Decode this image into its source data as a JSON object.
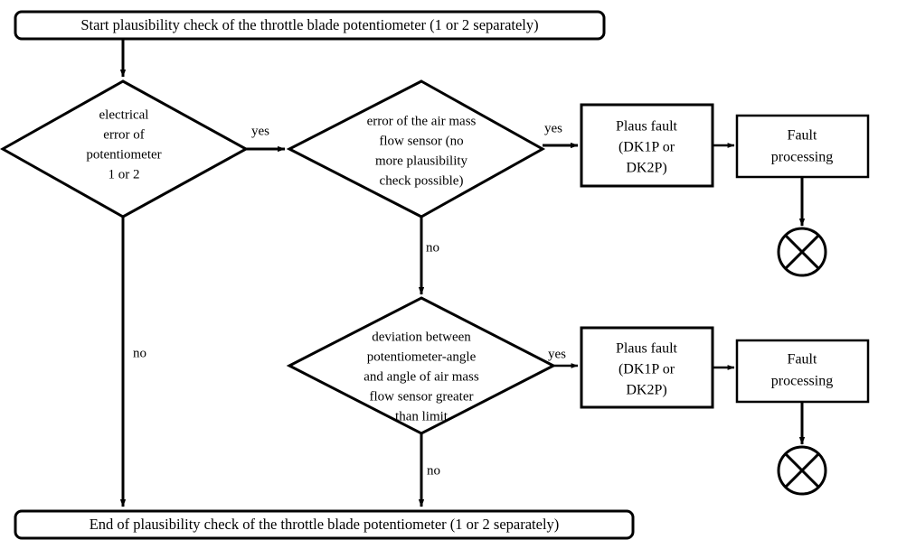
{
  "diagram": {
    "title": "Plausibility check of the throttle blade potentiometer flowchart",
    "type": "flowchart",
    "colors": {
      "stroke": "#000000",
      "fill": "#ffffff",
      "background": "#ffffff"
    },
    "nodes": {
      "start": {
        "shape": "rounded-terminator",
        "text": "Start plausibility check of the throttle blade potentiometer (1 or 2 separately)"
      },
      "decision1": {
        "shape": "diamond",
        "lines": [
          "electrical",
          "error of",
          "potentiometer",
          "1 or 2"
        ]
      },
      "decision2": {
        "shape": "diamond",
        "lines": [
          "error of the air mass",
          "flow sensor (no",
          "more plausibility",
          "check possible)"
        ]
      },
      "decision3": {
        "shape": "diamond",
        "lines": [
          "deviation between",
          "potentiometer-angle",
          "and angle of air mass",
          "flow sensor greater",
          "than limit"
        ]
      },
      "plaus_fault_top": {
        "shape": "rect",
        "lines": [
          "Plaus fault",
          "(DK1P or",
          "DK2P)"
        ]
      },
      "fault_processing_top": {
        "shape": "rect",
        "lines": [
          "Fault",
          "processing"
        ]
      },
      "plaus_fault_bottom": {
        "shape": "rect",
        "lines": [
          "Plaus fault",
          "(DK1P or",
          "DK2P)"
        ]
      },
      "fault_processing_bottom": {
        "shape": "rect",
        "lines": [
          "Fault",
          "processing"
        ]
      },
      "end_circle_top": {
        "shape": "circle-with-cross",
        "text": ""
      },
      "end_circle_bottom": {
        "shape": "circle-with-cross",
        "text": ""
      },
      "end": {
        "shape": "rounded-terminator",
        "text": "End of plausibility check of the throttle blade potentiometer (1 or 2 separately)"
      }
    },
    "edge_labels": {
      "d1_yes": "yes",
      "d1_no": "no",
      "d2_yes": "yes",
      "d2_no": "no",
      "d3_yes": "yes",
      "d3_no": "no"
    }
  }
}
